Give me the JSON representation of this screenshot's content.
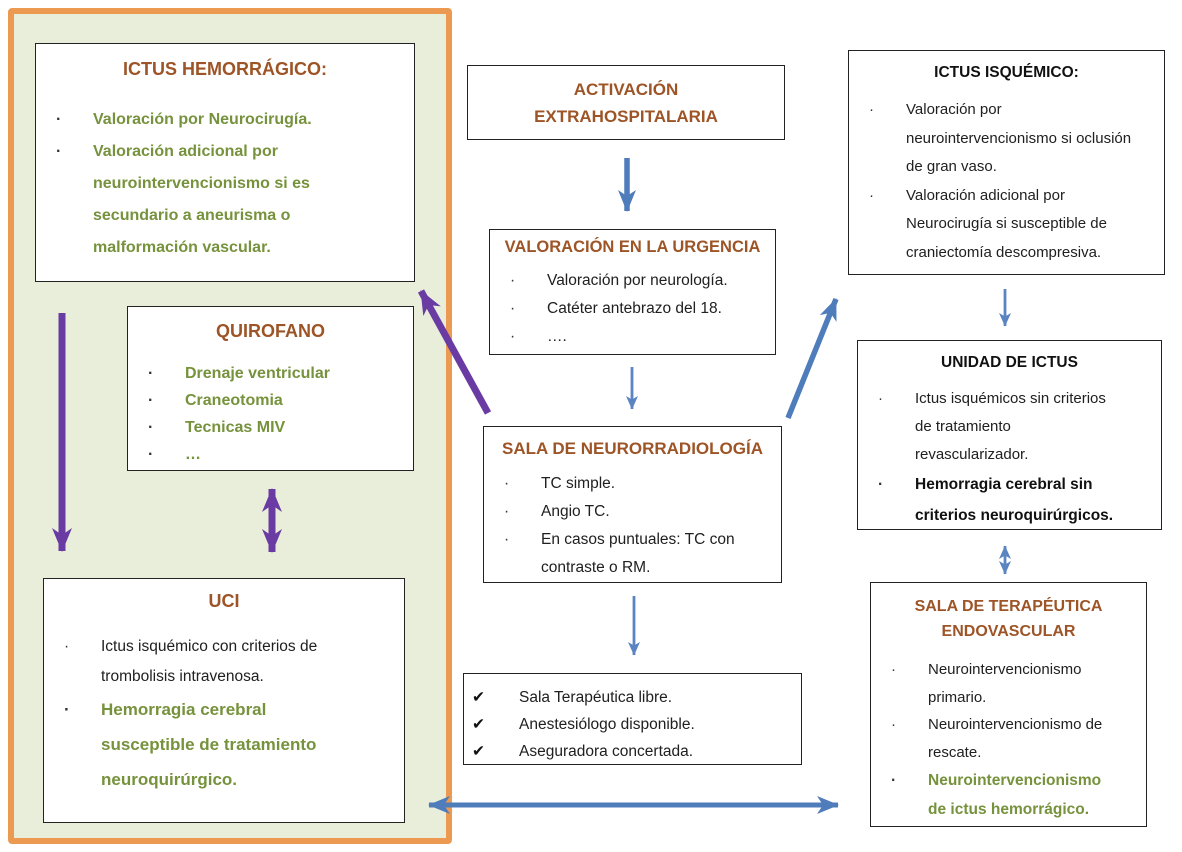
{
  "glyphs": {
    "bullet": "·",
    "check": "✔"
  },
  "colors": {
    "accent_blue": "#4F7CBB",
    "accent_blue_light": "#5B84C2",
    "accent_purple": "#6A3CA3",
    "title_brown": "#9D5426",
    "text_olive": "#76923C",
    "panel_border_orange": "#EC9A52",
    "panel_bg": "#E9EEDA"
  },
  "left_panel": {
    "ictus_hemorragico": {
      "title": "ICTUS HEMORRÁGICO:",
      "items": [
        "Valoración por Neurocirugía.",
        "Valoración adicional por neurointervencionismo si es secundario a aneurisma o malformación vascular."
      ]
    },
    "quirofano": {
      "title": "QUIROFANO",
      "items": [
        "Drenaje ventricular",
        "Craneotomia",
        "Tecnicas MIV",
        "…"
      ]
    },
    "uci": {
      "title": "UCI",
      "items": [
        "Ictus isquémico con criterios de trombolisis intravenosa.",
        "Hemorragia cerebral susceptible de tratamiento neuroquirúrgico."
      ]
    }
  },
  "center": {
    "activacion": {
      "title": "ACTIVACIÓN EXTRAHOSPITALARIA"
    },
    "valoracion_urgencia": {
      "title": "VALORACIÓN EN LA URGENCIA",
      "items": [
        "Valoración por neurología.",
        "Catéter antebrazo del 18.",
        "…."
      ]
    },
    "sala_neurorradiologia": {
      "title": "SALA DE NEURORRADIOLOGÍA",
      "items": [
        "TC simple.",
        "Angio TC.",
        "En casos puntuales: TC con contraste o RM."
      ]
    },
    "checklist": {
      "items": [
        "Sala Terapéutica libre.",
        "Anestesiólogo disponible.",
        "Aseguradora concertada."
      ]
    }
  },
  "right": {
    "ictus_isquemico": {
      "title": "ICTUS ISQUÉMICO:",
      "items": [
        "Valoración por neurointervencionismo si oclusión de gran vaso.",
        "Valoración adicional por Neurocirugía si susceptible de craniectomía descompresiva."
      ]
    },
    "unidad_ictus": {
      "title": "UNIDAD DE ICTUS",
      "items": [
        "Ictus isquémicos sin criterios de tratamiento revascularizador.",
        "Hemorragia cerebral sin criterios neuroquirúrgicos."
      ]
    },
    "sala_terapeutica": {
      "title": "SALA DE TERAPÉUTICA ENDOVASCULAR",
      "items": [
        "Neurointervencionismo primario.",
        "Neurointervencionismo de rescate.",
        "Neurointervencionismo de ictus hemorrágico."
      ]
    }
  },
  "arrows": [
    {
      "name": "activacion-to-urgencia",
      "color": "blue",
      "direction": "down"
    },
    {
      "name": "urgencia-to-neurorradiologia",
      "color": "blue",
      "direction": "down"
    },
    {
      "name": "neurorradiologia-to-checklist",
      "color": "blue",
      "direction": "down"
    },
    {
      "name": "neurorradiologia-to-ictus-isquemico",
      "color": "blue",
      "direction": "up-right"
    },
    {
      "name": "neurorradiologia-to-ictus-hemorragico",
      "color": "purple",
      "direction": "up-left"
    },
    {
      "name": "ictus-hemorragico-to-uci",
      "color": "purple",
      "direction": "down"
    },
    {
      "name": "quirofano-uci-bidirectional",
      "color": "purple",
      "direction": "both-vertical"
    },
    {
      "name": "uci-sala-terapeutica-bidirectional",
      "color": "blue",
      "direction": "both-horizontal"
    },
    {
      "name": "ictus-isquemico-to-unidad-ictus",
      "color": "blue",
      "direction": "down"
    },
    {
      "name": "unidad-ictus-sala-terapeutica-bidirectional",
      "color": "blue",
      "direction": "both-vertical"
    }
  ]
}
